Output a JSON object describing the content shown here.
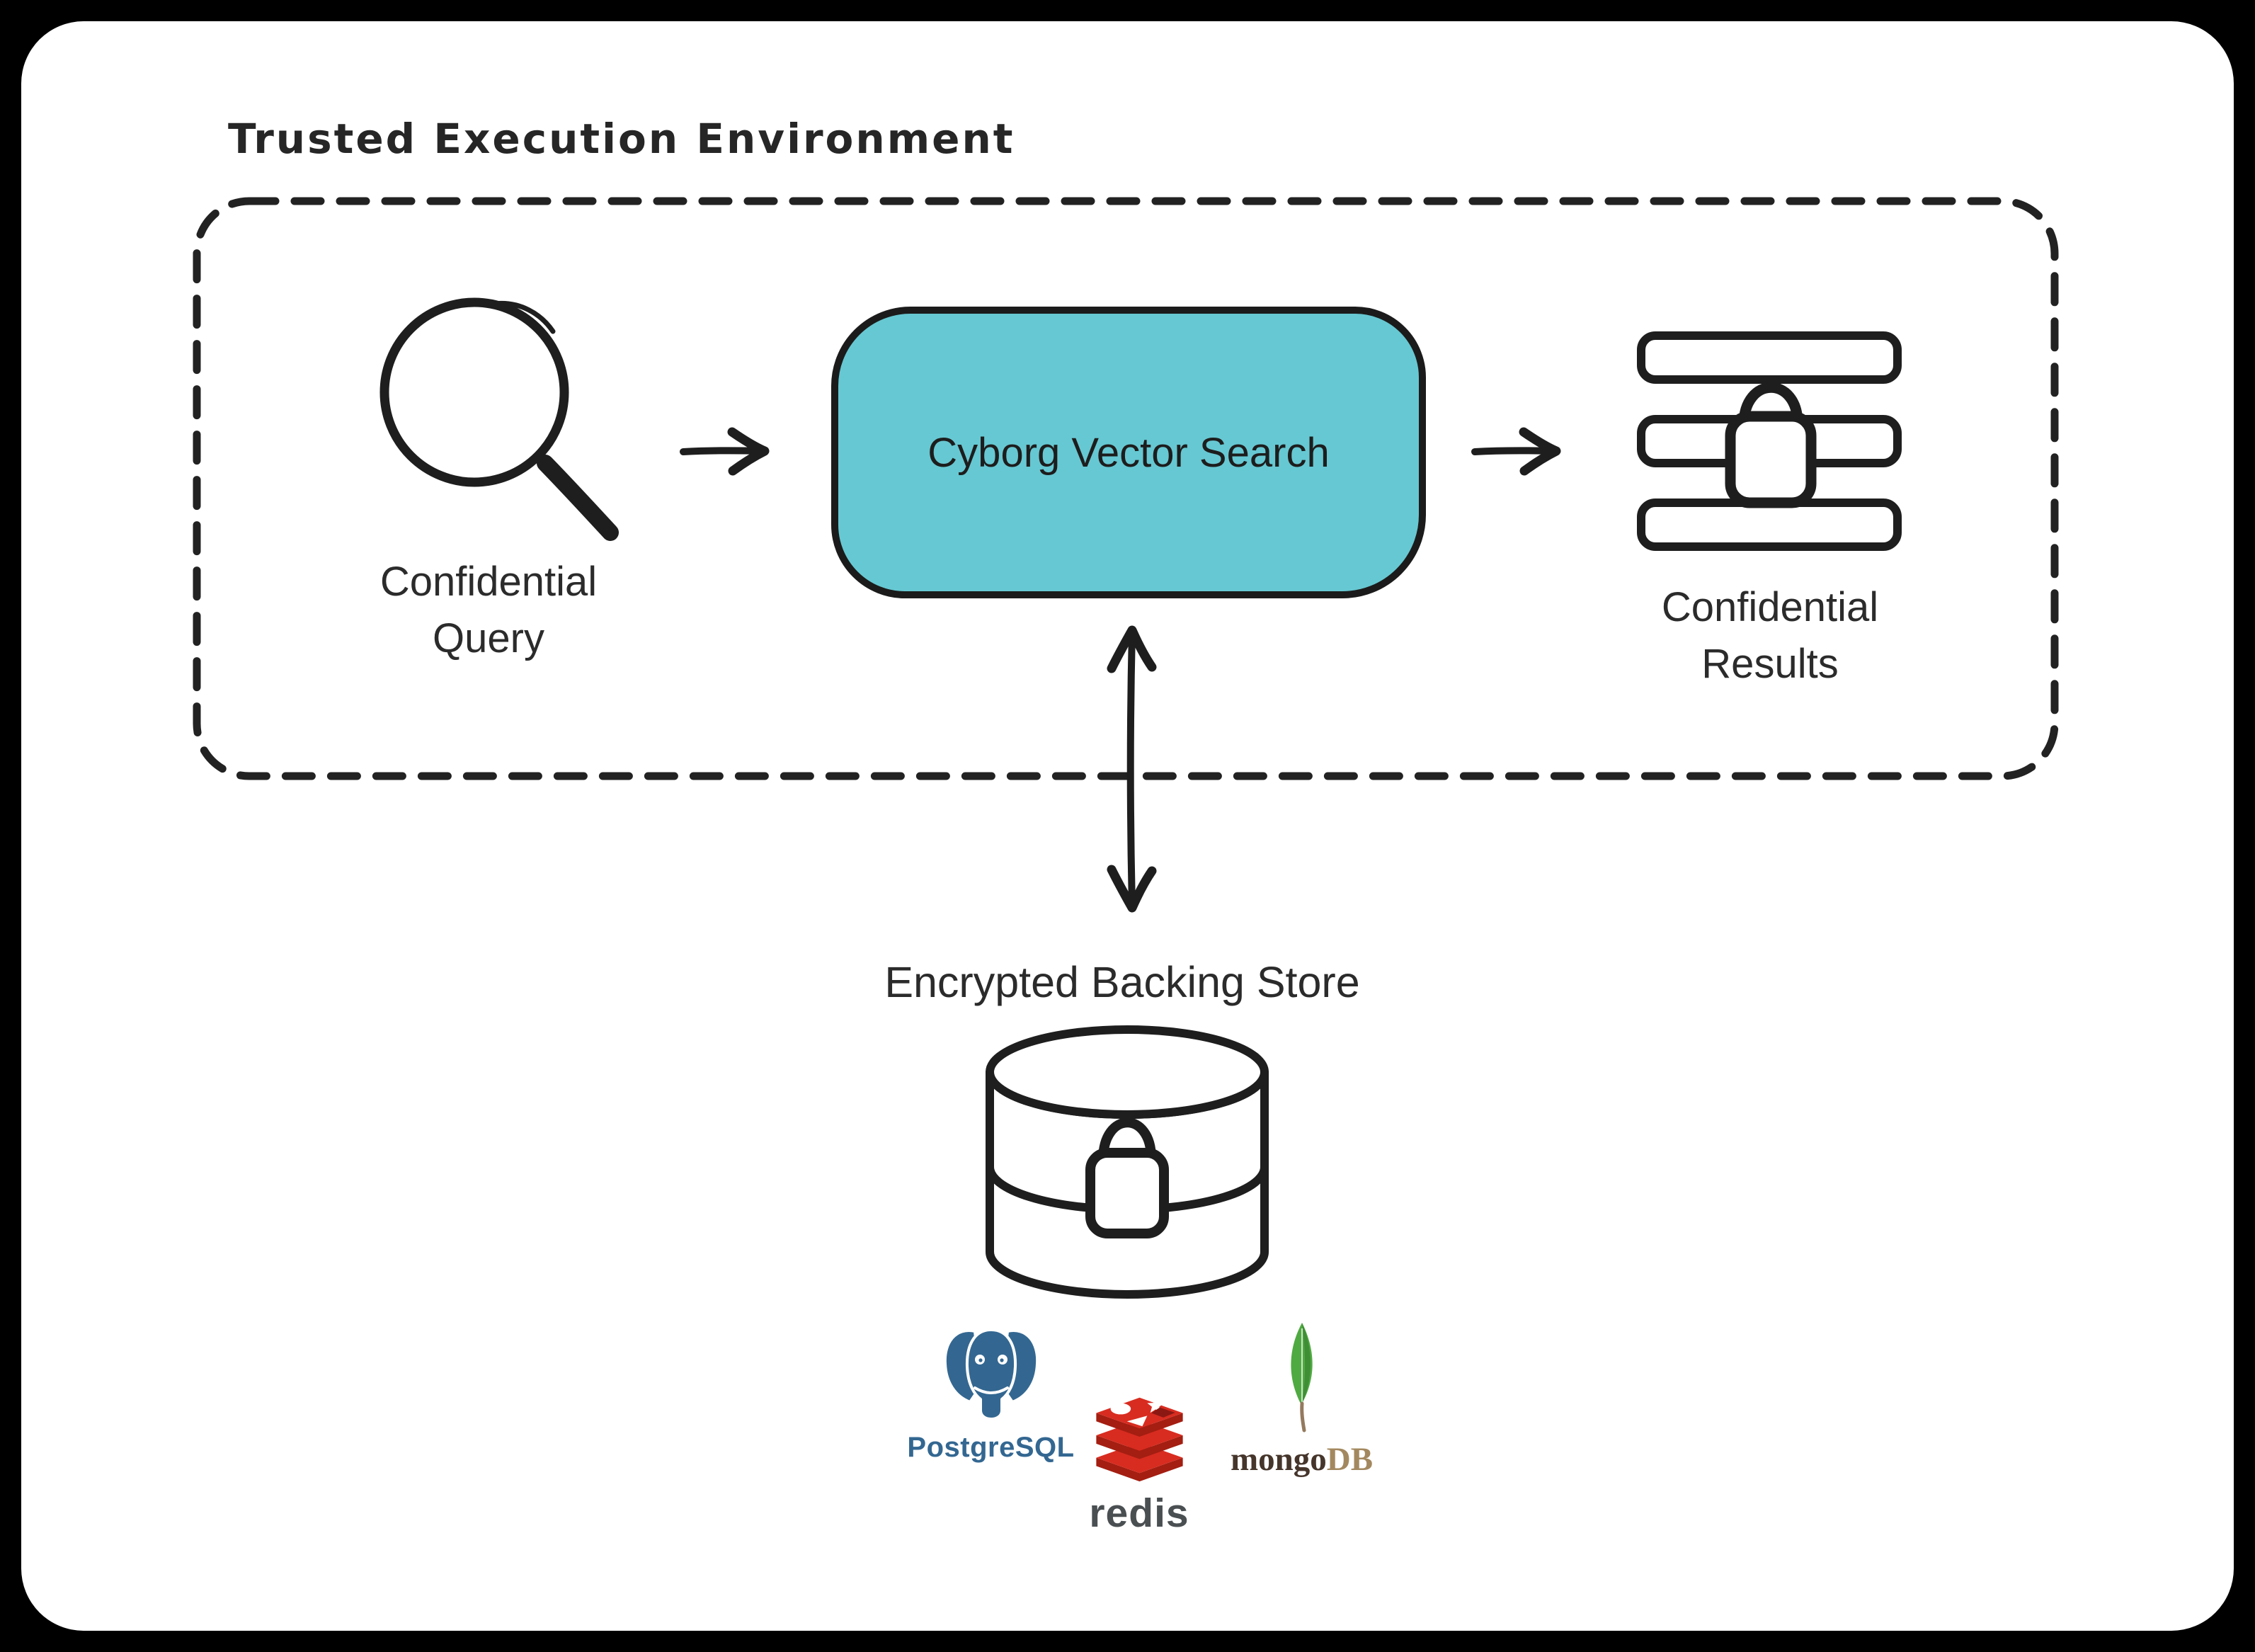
{
  "page": {
    "background": "#000000",
    "card_background": "#ffffff",
    "ink": "#1e1e1e"
  },
  "tee": {
    "title": "Trusted Execution Environment",
    "query_node": {
      "icon": "magnifying-glass",
      "label_line1": "Confidential",
      "label_line2": "Query"
    },
    "engine_node": {
      "label": "Cyborg Vector Search",
      "fill": "#66C8D2"
    },
    "results_node": {
      "icon": "stacked-rows-with-lock",
      "label_line1": "Confidential",
      "label_line2": "Results"
    },
    "arrows": {
      "query_to_engine": "arrow-right",
      "engine_to_results": "arrow-right",
      "engine_to_store": "arrow-vertical-double"
    }
  },
  "backing_store": {
    "label": "Encrypted Backing Store",
    "icon": "database-cylinder-with-lock",
    "logos": {
      "postgresql": {
        "wordmark": "PostgreSQL",
        "color": "#336791"
      },
      "redis": {
        "wordmark": "redis",
        "wordmark_color": "#4A4F52",
        "cube_red": "#D82C20",
        "cube_dark_red": "#A41E11"
      },
      "mongodb": {
        "wordmark_prefix": "mongo",
        "wordmark_suffix": "DB",
        "prefix_color": "#45352B",
        "suffix_color": "#A3885F",
        "leaf_green": "#4FAA41"
      }
    }
  }
}
